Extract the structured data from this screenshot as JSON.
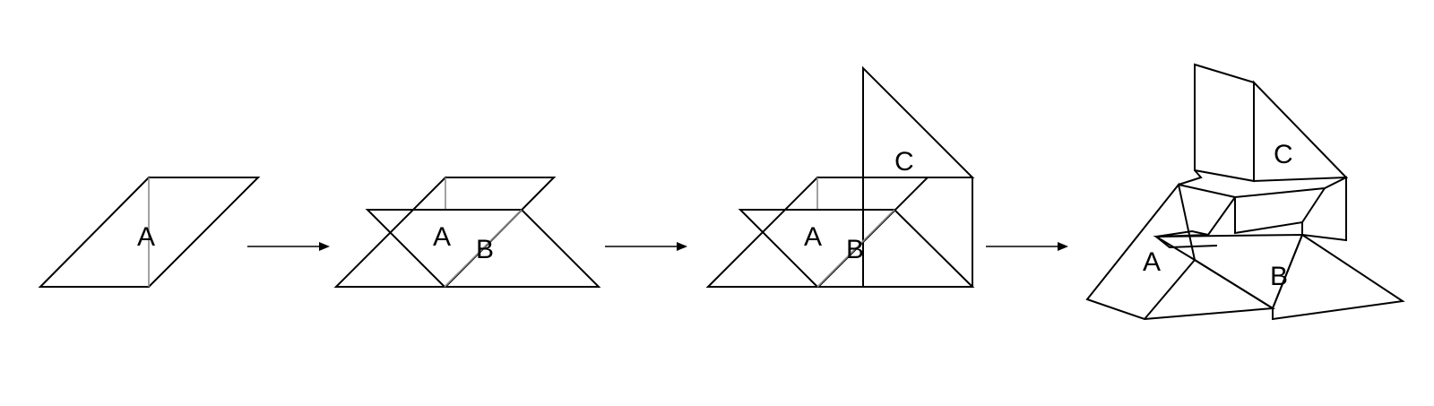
{
  "steps": [
    {
      "labels": {
        "a": "A"
      }
    },
    {
      "labels": {
        "a": "A",
        "b": "B"
      }
    },
    {
      "labels": {
        "a": "A",
        "b": "B",
        "c": "C"
      }
    },
    {
      "labels": {
        "a": "A",
        "b": "B",
        "c": "C"
      }
    }
  ],
  "colors": {
    "stroke": "#000000",
    "fold_line": "#8a8a8a",
    "background": "#ffffff"
  }
}
